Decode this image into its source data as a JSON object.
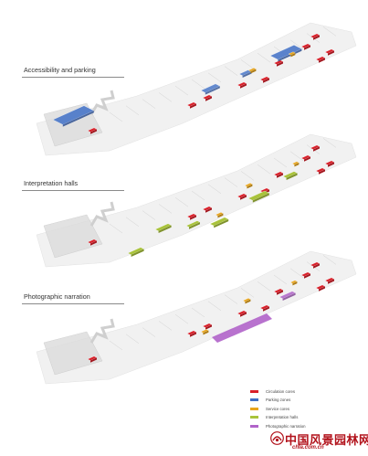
{
  "sections": [
    {
      "label": "Accessibility and parking"
    },
    {
      "label": "Interpretation halls"
    },
    {
      "label": "Photographic narration"
    }
  ],
  "legend": [
    {
      "label": "Circulation cores",
      "color": "#d9202a"
    },
    {
      "label": "Parking zones",
      "color": "#3f6fc4"
    },
    {
      "label": "Service cores",
      "color": "#e8a51c"
    },
    {
      "label": "Interpretation halls",
      "color": "#a9c33b"
    },
    {
      "label": "Photographic narration",
      "color": "#b063c9"
    }
  ],
  "watermark": {
    "brand": "中国风景园林网",
    "url": "chla.com.cn"
  },
  "colors": {
    "building": "#e6e6e6",
    "building_edge": "#c8c8c8",
    "red": "#d9202a",
    "blue": "#4a77c9",
    "orange": "#e8a51c",
    "green": "#a9c33b",
    "purple": "#b063c9"
  }
}
